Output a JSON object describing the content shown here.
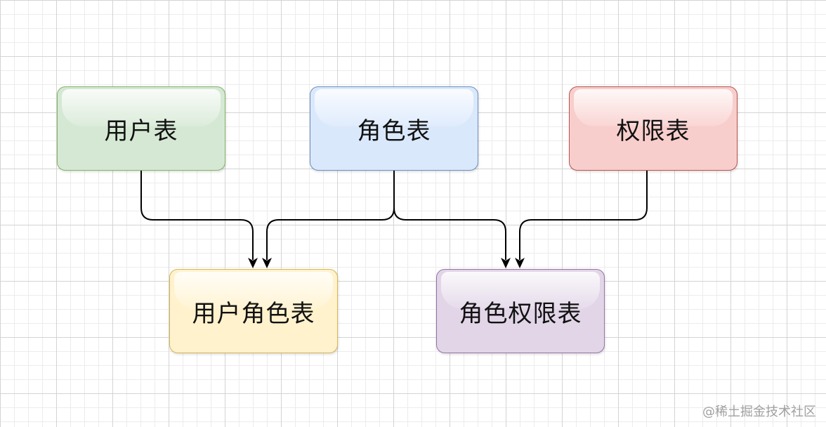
{
  "tables": {
    "user": "用户表",
    "role": "角色表",
    "permission": "权限表",
    "user_role": "用户角色表",
    "role_permission": "角色权限表"
  },
  "watermark": "@稀土掘金技术社区",
  "colors": {
    "user_fill": "#d5e8d4",
    "user_border": "#82b366",
    "role_fill": "#dae8fc",
    "role_border": "#6c8ebf",
    "permission_fill": "#f8cecc",
    "permission_border": "#b85450",
    "user_role_fill": "#fff2cc",
    "user_role_border": "#d6b656",
    "role_permission_fill": "#e1d5e7",
    "role_permission_border": "#9673a6",
    "connector": "#000000"
  },
  "edges": [
    {
      "from": "user",
      "to": "user_role"
    },
    {
      "from": "role",
      "to": "user_role"
    },
    {
      "from": "role",
      "to": "role_permission"
    },
    {
      "from": "permission",
      "to": "role_permission"
    }
  ]
}
